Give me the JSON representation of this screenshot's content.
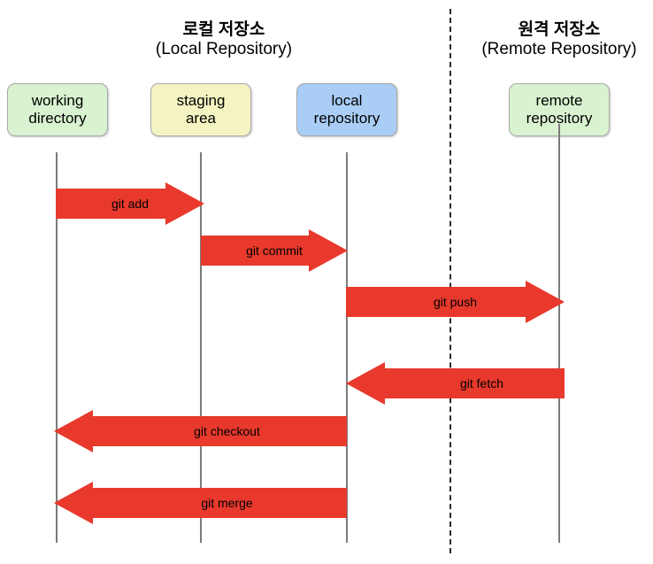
{
  "diagram": {
    "title": "Git workflow sequence diagram",
    "background": "#ffffff",
    "arrow_color": "#e8392c",
    "lifeline_color": "#7b7b7b",
    "divider_color": "#2b2b2b"
  },
  "sections": {
    "local": {
      "title_ko": "로컬 저장소",
      "title_en": "(Local Repository)"
    },
    "remote": {
      "title_ko": "원격 저장소",
      "title_en": "(Remote Repository)"
    }
  },
  "nodes": [
    {
      "id": "working-directory",
      "label": "working\ndirectory",
      "color": "#d9f2d0"
    },
    {
      "id": "staging-area",
      "label": "staging\narea",
      "color": "#f4f4c3"
    },
    {
      "id": "local-repository",
      "label": "local\nrepository",
      "color": "#a9cdf4"
    },
    {
      "id": "remote-repository",
      "label": "remote\nrepository",
      "color": "#d9f2d0"
    }
  ],
  "arrows": [
    {
      "id": "git-add",
      "label": "git add",
      "direction": "right",
      "from": "working-directory",
      "to": "staging-area"
    },
    {
      "id": "git-commit",
      "label": "git commit",
      "direction": "right",
      "from": "staging-area",
      "to": "local-repository"
    },
    {
      "id": "git-push",
      "label": "git push",
      "direction": "right",
      "from": "local-repository",
      "to": "remote-repository"
    },
    {
      "id": "git-fetch",
      "label": "git fetch",
      "direction": "left",
      "from": "remote-repository",
      "to": "local-repository"
    },
    {
      "id": "git-checkout",
      "label": "git checkout",
      "direction": "left",
      "from": "local-repository",
      "to": "working-directory"
    },
    {
      "id": "git-merge",
      "label": "git merge",
      "direction": "left",
      "from": "local-repository",
      "to": "working-directory"
    }
  ]
}
